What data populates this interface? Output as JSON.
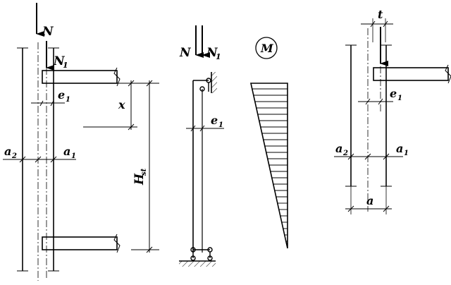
{
  "labels": {
    "N": "N",
    "N1": "N",
    "N1_sub": "1",
    "e1": "e",
    "e1_sub": "1",
    "x": "x",
    "a2": "a",
    "a2_sub": "2",
    "a1": "a",
    "a1_sub": "1",
    "H": "H",
    "H_sub": "st",
    "M": "M",
    "t": "t",
    "a": "a"
  }
}
